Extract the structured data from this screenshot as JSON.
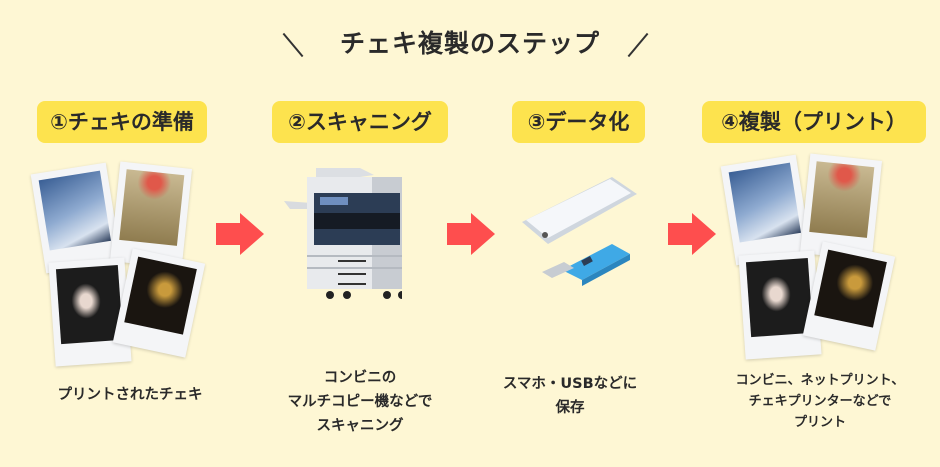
{
  "title": "チェキ複製のステップ",
  "steps": [
    {
      "label": "①チェキの準備",
      "description": [
        "プリントされたチェキ"
      ],
      "image": "instax-photos"
    },
    {
      "label": "②スキャニング",
      "description": [
        "コンビニの",
        "マルチコピー機などで",
        "スキャニング"
      ],
      "image": "multifunction-copier"
    },
    {
      "label": "③データ化",
      "description": [
        "スマホ・USBなどに",
        "保存"
      ],
      "image": "smartphone-and-usb"
    },
    {
      "label": "④複製（プリント）",
      "description": [
        "コンビニ、ネットプリント、",
        "チェキプリンターなどで",
        "プリント"
      ],
      "image": "instax-photos"
    }
  ],
  "colors": {
    "background": "#fef7d4",
    "label_bg": "#fde34e",
    "arrow": "#fe4e4e",
    "text": "#2a2a2a"
  }
}
